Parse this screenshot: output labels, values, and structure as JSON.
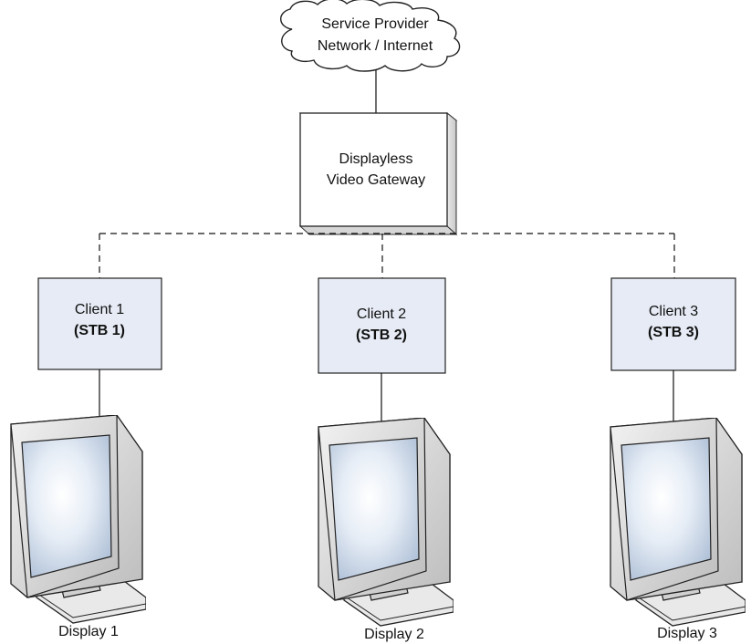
{
  "cloud": {
    "line1": "Service Provider",
    "line2": "Network / Internet"
  },
  "gateway": {
    "line1": "Displayless",
    "line2": "Video Gateway"
  },
  "clients": [
    {
      "name": "Client 1",
      "stb": "(STB 1)",
      "display": "Display 1"
    },
    {
      "name": "Client 2",
      "stb": "(STB 2)",
      "display": "Display 2"
    },
    {
      "name": "Client 3",
      "stb": "(STB 3)",
      "display": "Display 3"
    }
  ],
  "colors": {
    "client_fill": "#e6ebf5",
    "line": "#111111",
    "screen_center": "#f2f6fb",
    "screen_edge": "#b9c7db",
    "bezel": "#d4d4d4"
  }
}
